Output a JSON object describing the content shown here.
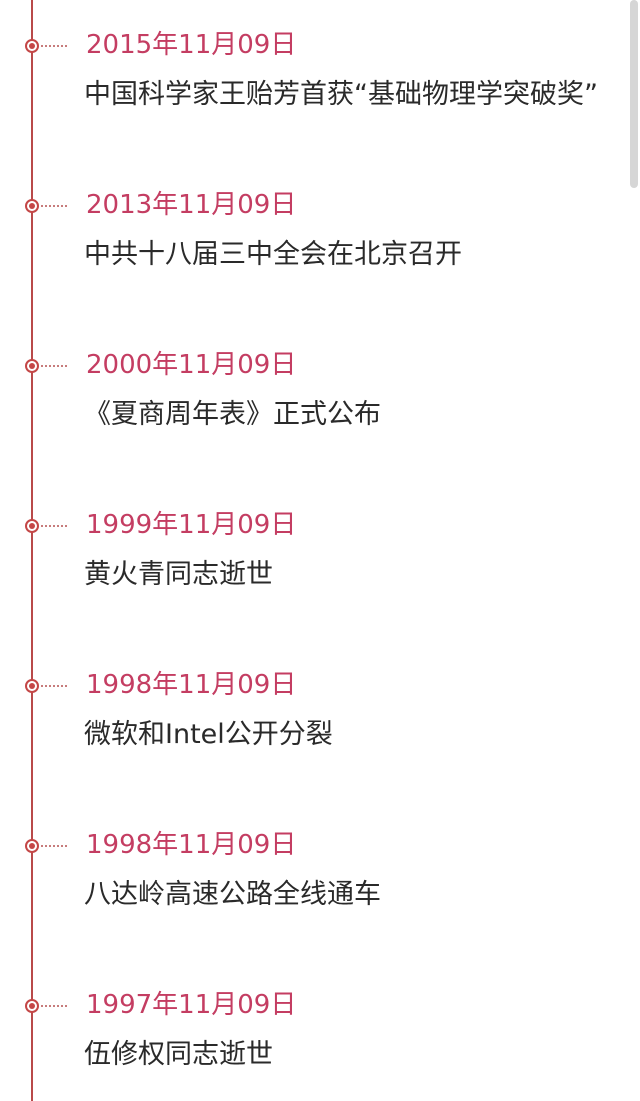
{
  "events": [
    {
      "date": "2015年11月09日",
      "title": "中国科学家王贻芳首获“基础物理学突破奖”"
    },
    {
      "date": "2013年11月09日",
      "title": "中共十八届三中全会在北京召开"
    },
    {
      "date": "2000年11月09日",
      "title": "《夏商周年表》正式公布"
    },
    {
      "date": "1999年11月09日",
      "title": "黄火青同志逝世"
    },
    {
      "date": "1998年11月09日",
      "title": "微软和Intel公开分裂"
    },
    {
      "date": "1998年11月09日",
      "title": "八达岭高速公路全线通车"
    },
    {
      "date": "1997年11月09日",
      "title": "伍修权同志逝世"
    }
  ],
  "colors": {
    "timeline": "#b94a4a",
    "date": "#c43d62",
    "text": "#2a2a2a"
  }
}
